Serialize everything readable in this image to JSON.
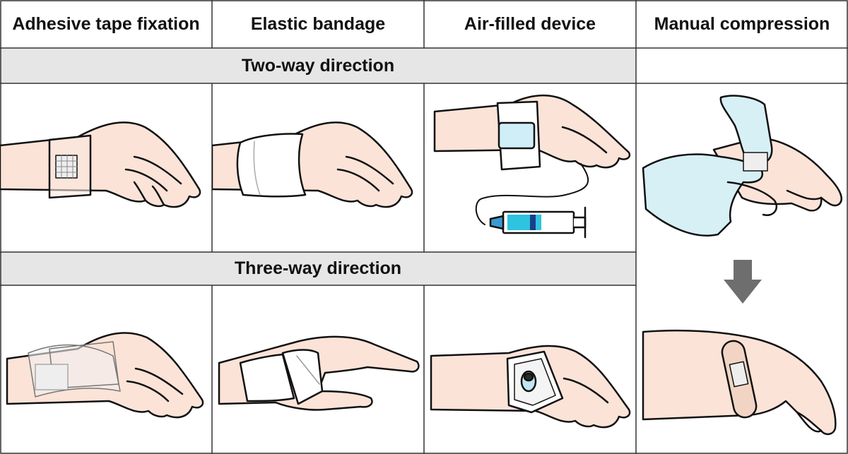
{
  "columns": [
    {
      "label": "Adhesive tape fixation"
    },
    {
      "label": "Elastic bandage"
    },
    {
      "label": "Air-filled device"
    },
    {
      "label": "Manual compression"
    }
  ],
  "rows": [
    {
      "label": "Two-way direction"
    },
    {
      "label": "Three-way direction"
    }
  ],
  "colors": {
    "skin": "#fbe3d8",
    "glove": "#d6f0f5",
    "tape": "#f1d4c4",
    "band": "#e6e6e6",
    "syringe_fluid": "#2ec3de",
    "arrow": "#6e6e6e"
  }
}
